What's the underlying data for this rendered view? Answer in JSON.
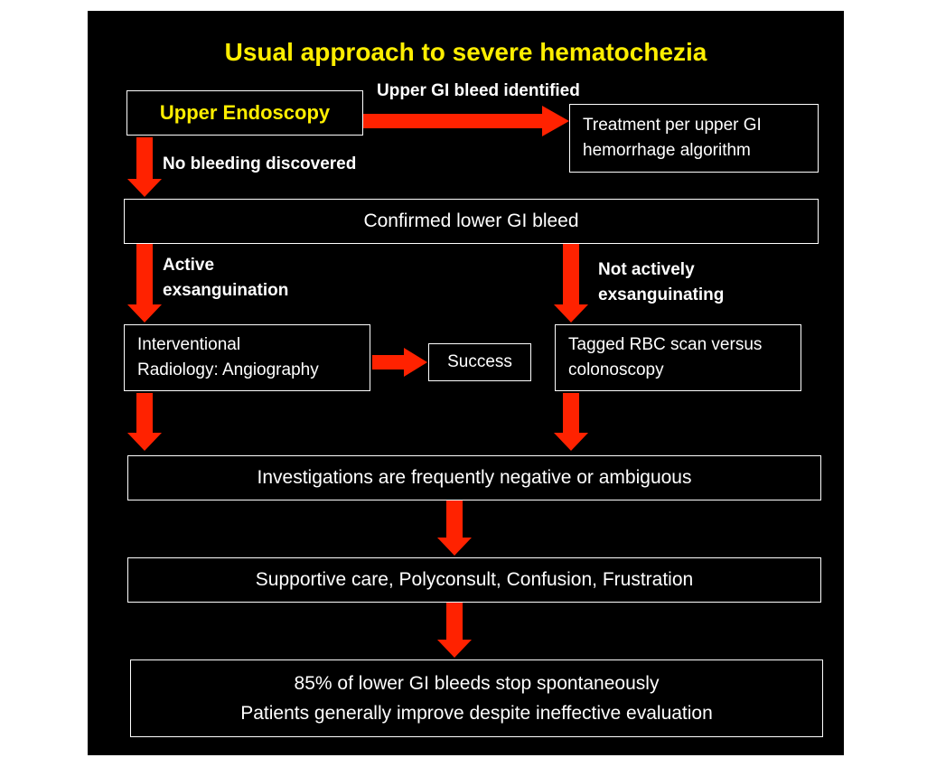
{
  "title": "Usual approach to severe hematochezia",
  "colors": {
    "background": "#000000",
    "title": "#ffee00",
    "arrow": "#ff2200",
    "box_border": "#ffffff"
  },
  "nodes": {
    "upper_endoscopy": "Upper Endoscopy",
    "upper_gi_treatment": "Treatment per upper GI\nhemorrhage algorithm",
    "confirmed_lower": "Confirmed lower GI bleed",
    "interventional": "Interventional\nRadiology: Angiography",
    "success": "Success",
    "tagged_rbc": "Tagged RBC scan versus\ncolonoscopy",
    "investigations": "Investigations are frequently negative or ambiguous",
    "supportive": "Supportive care, Polyconsult, Confusion, Frustration",
    "outcome": "85% of lower GI bleeds stop spontaneously\nPatients generally improve despite ineffective evaluation"
  },
  "edge_labels": {
    "upper_gi_identified": "Upper GI bleed identified",
    "no_bleeding": "No bleeding discovered",
    "active": "Active\nexsanguination",
    "not_active": "Not actively\nexsanguinating"
  }
}
